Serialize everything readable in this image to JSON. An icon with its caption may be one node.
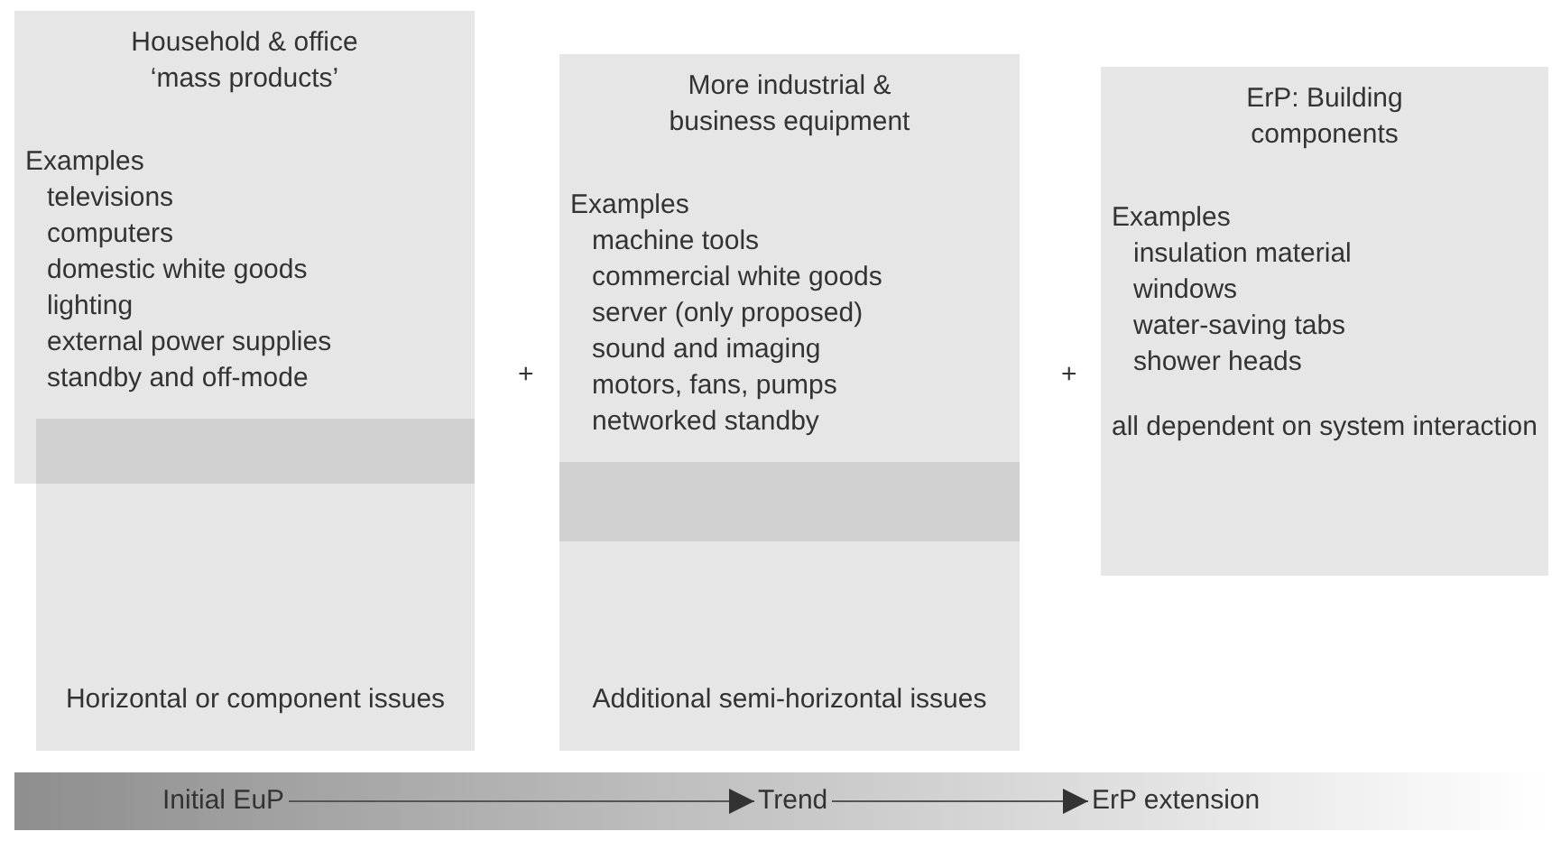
{
  "diagram": {
    "nodes": [
      {
        "text": [
          "Household & office ‘mass products’",
          "Examples",
          "televisions",
          "computers",
          "domestic white goods",
          "lighting",
          "external power supplies",
          "standby and off-mode"
        ]
      },
      {
        "text": [
          "Horizontal or component issues"
        ]
      },
      {
        "text": [
          "More industrial & business equipment",
          "Examples",
          "machine tools",
          "commercial white goods",
          "server (only proposed)",
          "sound and imaging",
          "motors, fans, pumps",
          "networked standby"
        ]
      },
      {
        "text": [
          "Additional semi-horizontal issues"
        ]
      },
      {
        "text": [
          "ErP: Building components",
          "Examples",
          "insulation material",
          "windows",
          "water-saving tabs",
          "shower heads",
          "all dependent on system interaction"
        ]
      },
      {
        "text": [
          "Initial EuP"
        ]
      },
      {
        "text": [
          "Trend"
        ]
      },
      {
        "text": [
          "ErP extension"
        ]
      }
    ],
    "edges": [
      {
        "from": 5,
        "to": 6,
        "arrow": "to"
      },
      {
        "from": 6,
        "to": 7,
        "arrow": "to"
      }
    ],
    "labels": [
      "+",
      "+"
    ]
  }
}
